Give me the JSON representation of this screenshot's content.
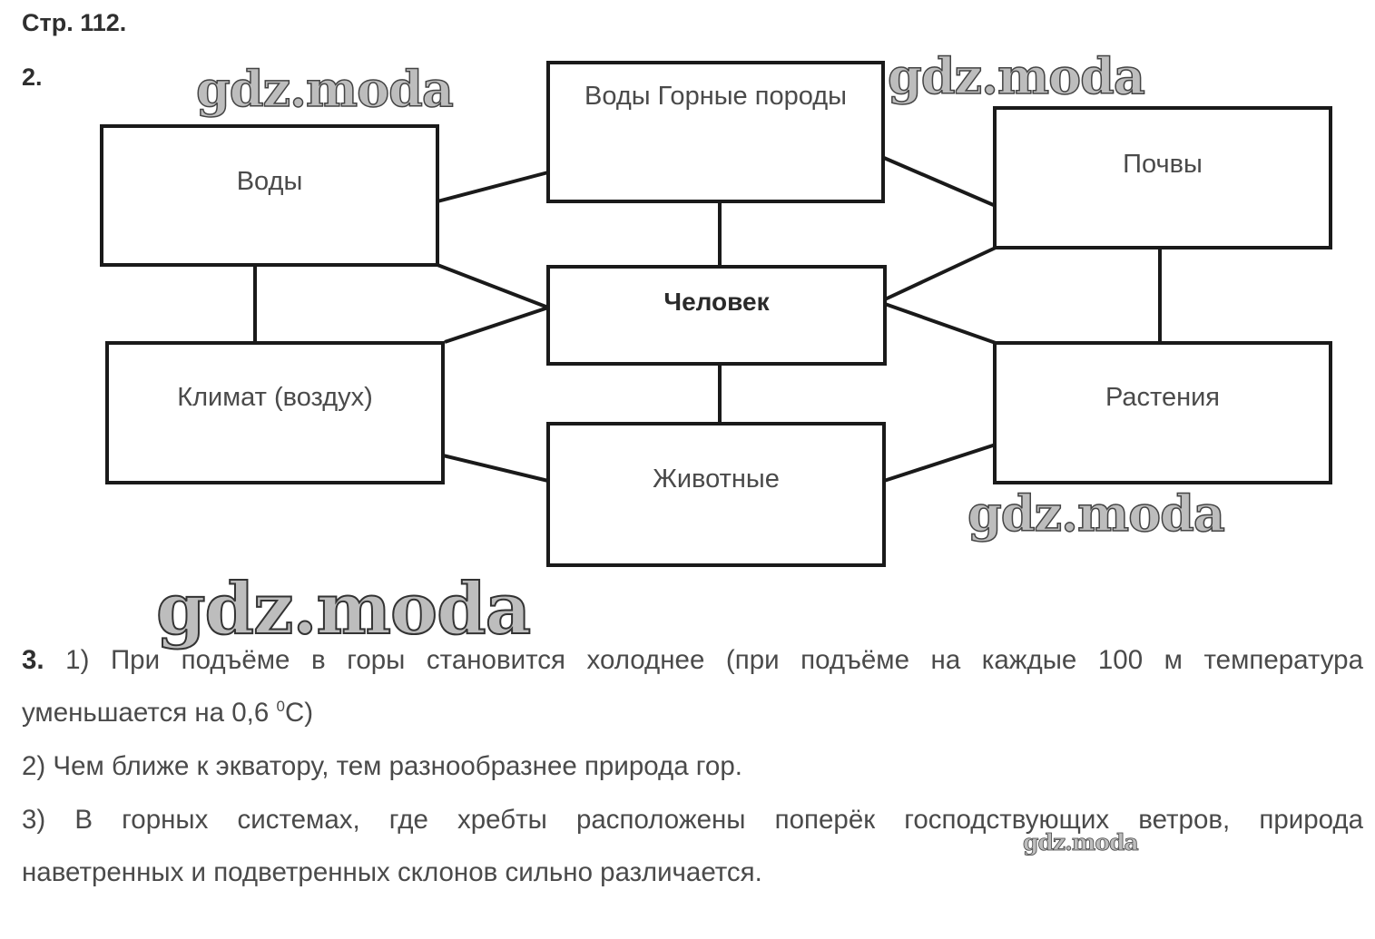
{
  "page_label": "Стр. 112.",
  "task2": {
    "number": "2.",
    "nodes": {
      "top": "Воды Горные породы",
      "left_top": "Воды",
      "right_top": "Почвы",
      "center": "Человек",
      "left_bottom": "Климат (воздух)",
      "right_bottom": "Растения",
      "bottom": "Животные"
    }
  },
  "task3": {
    "number": "3.",
    "p1_line1": "1) При подъёме в горы становится холоднее (при подъёме на каждые 100 м температура",
    "p1_line2_a": "уменьшается на 0,6 ",
    "p1_line2_sup": "0",
    "p1_line2_b": "С)",
    "p2": "2) Чем ближе к экватору, тем разнообразнее природа гор.",
    "p3_line1": "3) В горных системах, где хребты расположены поперёк господствующих ветров, природа",
    "p3_line2": "наветренных и подветренных склонов сильно различается."
  },
  "watermark": "gdz.moda"
}
